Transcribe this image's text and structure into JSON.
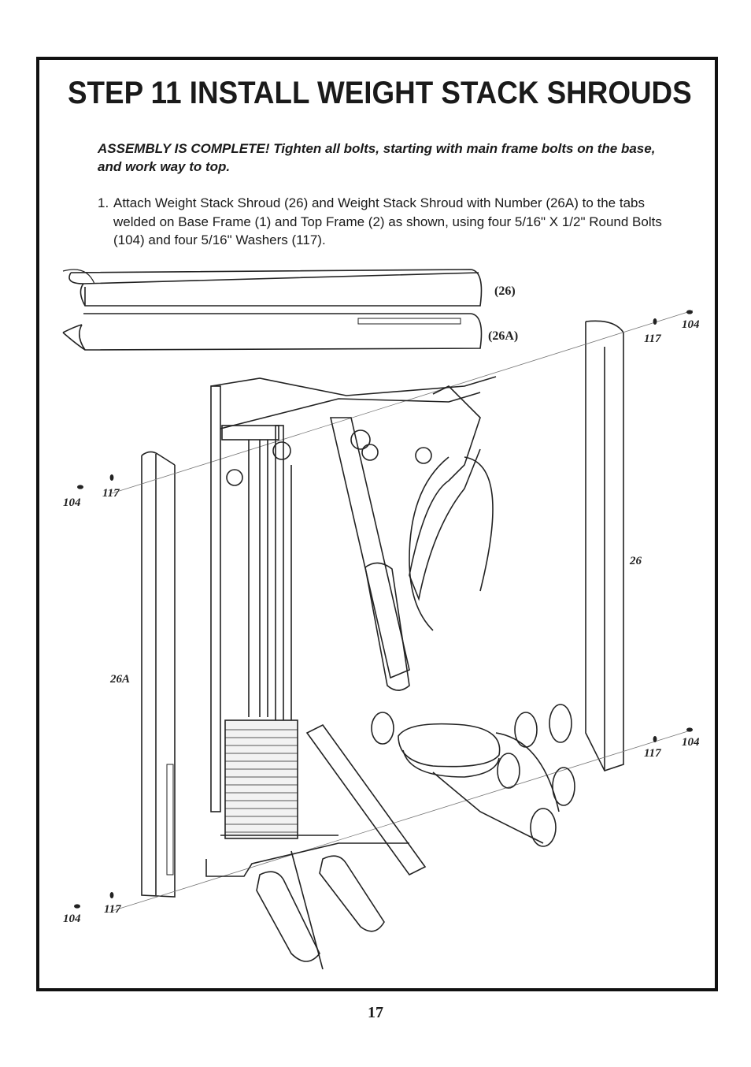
{
  "title": "STEP 11  INSTALL  WEIGHT  STACK  SHROUDS",
  "notice": "ASSEMBLY IS COMPLETE!  Tighten all bolts, starting with main frame bolts on the base, and work way to top.",
  "instruction": {
    "number": "1.",
    "text": "Attach Weight Stack Shroud (26) and Weight Stack Shroud with Number (26A) to the tabs welded on Base Frame (1) and Top Frame (2) as shown, using four 5/16\" X 1/2\" Round Bolts (104) and four 5/16\" Washers (117)."
  },
  "diagram": {
    "shroud_top_label": "(26)",
    "shroud_bottom_label": "(26A)",
    "part_26": "26",
    "part_26a": "26A",
    "bolt": "104",
    "washer": "117"
  },
  "page_number": "17"
}
